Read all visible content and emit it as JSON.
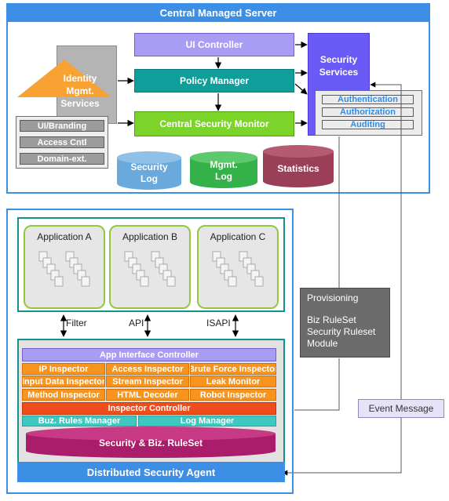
{
  "central_server": {
    "title": "Central Managed Server",
    "ui_controller": "UI Controller",
    "policy_manager": "Policy Manager",
    "security_monitor": "Central Security Monitor",
    "identity": [
      "Identity",
      "Mgmt.",
      "Services"
    ],
    "ui_items": [
      "UI/Branding",
      "Access Cntl",
      "Domain-ext."
    ],
    "security_services": [
      "Security",
      "Services"
    ],
    "security_items": [
      "Authentication",
      "Authorization",
      "Auditing"
    ],
    "databases": [
      {
        "lines": [
          "Security",
          "Log"
        ],
        "color": "#6aa9dc"
      },
      {
        "lines": [
          "Mgmt.",
          "Log"
        ],
        "color": "#35b14a"
      },
      {
        "lines": [
          "Statistics"
        ],
        "color": "#9b3f58"
      }
    ]
  },
  "provisioning": {
    "title": "Provisioning",
    "body": [
      "Biz RuleSet",
      "Security Ruleset",
      "Module"
    ]
  },
  "event_message": "Event Message",
  "applications": [
    "Application A",
    "Application B",
    "Application C"
  ],
  "interfaces": [
    "Filter",
    "API",
    "ISAPI"
  ],
  "agent": {
    "title": "Distributed Security Agent",
    "app_interface_controller": "App Interface Controller",
    "inspectors": [
      [
        "IP Inspector",
        "Access Inspector",
        "Brute Force Inspector"
      ],
      [
        "Input Data Inspector",
        "Stream Inspector",
        "Leak Monitor"
      ],
      [
        "Method Inspector",
        "HTML Decoder",
        "Robot Inspector"
      ]
    ],
    "inspector_controller": "Inspector Controller",
    "managers": [
      "Buz. Rules Manager",
      "Log Manager"
    ],
    "ruleset": "Security & Biz. RuleSet"
  },
  "colors": {
    "frame_blue": "#3d8fe6",
    "teal": "#12928a",
    "orange": "#f7941d",
    "red_orange": "#ef4d1c",
    "purple": "#6a5af6"
  }
}
